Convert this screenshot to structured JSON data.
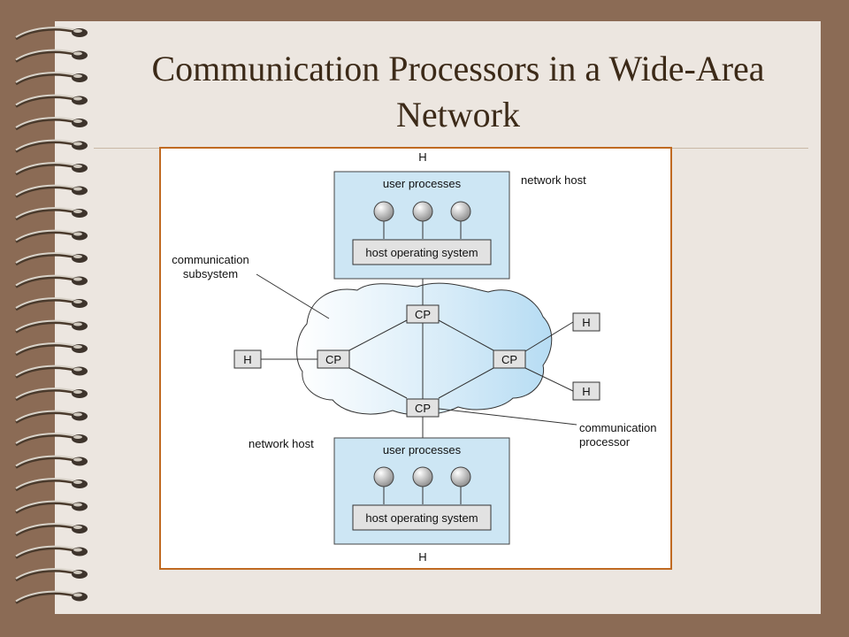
{
  "slide": {
    "title": "Communication Processors in a Wide-Area Network"
  },
  "diagram": {
    "host_label": "H",
    "user_processes_label": "user processes",
    "host_os_label": "host operating system",
    "cp_label": "CP",
    "network_host_label": "network host",
    "communication_subsystem_label": [
      "communication",
      "subsystem"
    ],
    "communication_processor_label": [
      "communication",
      "processor"
    ]
  },
  "colors": {
    "background": "#8b6b55",
    "page": "#ece6e0",
    "title_text": "#3c2a18",
    "figure_border": "#c06a22",
    "host_box_fill": "#cde6f4",
    "cloud_fill": "#cfe7f6"
  }
}
